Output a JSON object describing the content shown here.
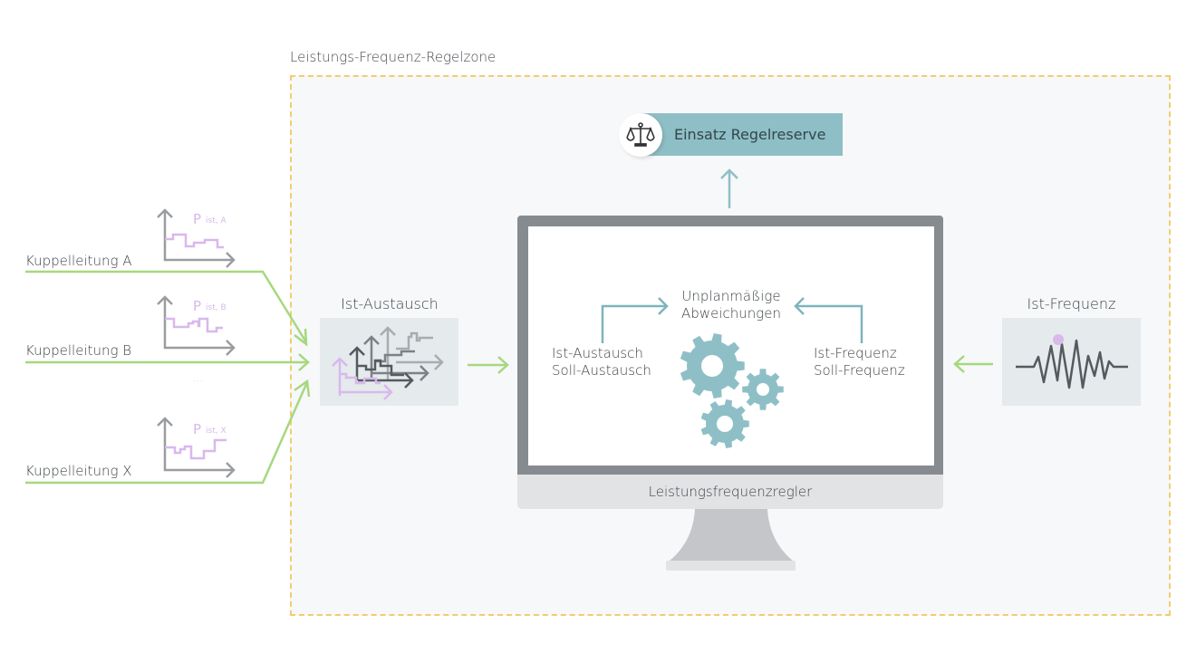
{
  "zone": {
    "title": "Leistungs-Frequenz-Regelzone"
  },
  "tie_lines": [
    {
      "label": "Kuppelleitung A",
      "chart_label": "P",
      "chart_subscript": "ist, A"
    },
    {
      "label": "Kuppelleitung B",
      "chart_label": "P",
      "chart_subscript": "ist, B"
    },
    {
      "label": "Kuppelleitung X",
      "chart_label": "P",
      "chart_subscript": "ist, X"
    }
  ],
  "ellipsis": "...",
  "exchange_box": {
    "label": "Ist-Austausch"
  },
  "frequency_box": {
    "label": "Ist-Frequenz"
  },
  "output": {
    "label": "Einsatz Regelreserve",
    "icon": "scales-icon"
  },
  "controller": {
    "label": "Leistungsfrequenzregler",
    "center_title_line1": "Unplanmäßige",
    "center_title_line2": "Abweichungen",
    "left_line1": "Ist-Austausch",
    "left_line2": "Soll-Austausch",
    "right_line1": "Ist-Frequenz",
    "right_line2": "Soll-Frequenz",
    "icon": "gears-icon"
  },
  "colors": {
    "zone_border": "#f2cd6e",
    "tie_line": "#a6d87f",
    "accent_teal": "#8fbfc6",
    "chart_purple": "#d9b8ec",
    "axis_gray": "#9a9da0"
  }
}
